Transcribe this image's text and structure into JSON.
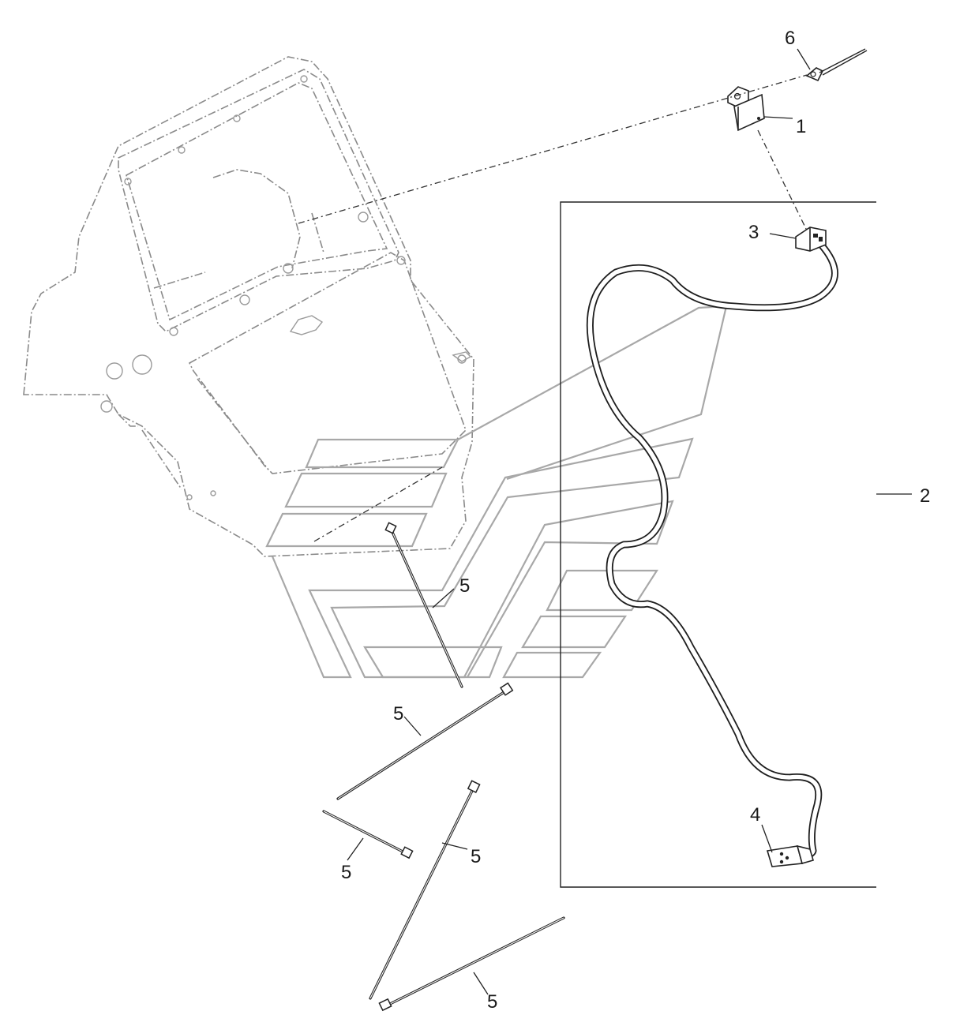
{
  "callouts": {
    "c1": "1",
    "c2": "2",
    "c3": "3",
    "c4": "4",
    "c5a": "5",
    "c5b": "5",
    "c5c": "5",
    "c5d": "5",
    "c5e": "5",
    "c6": "6"
  },
  "colors": {
    "line": "#222222",
    "ghost_line": "#8a8a8a",
    "background": "#ffffff"
  }
}
